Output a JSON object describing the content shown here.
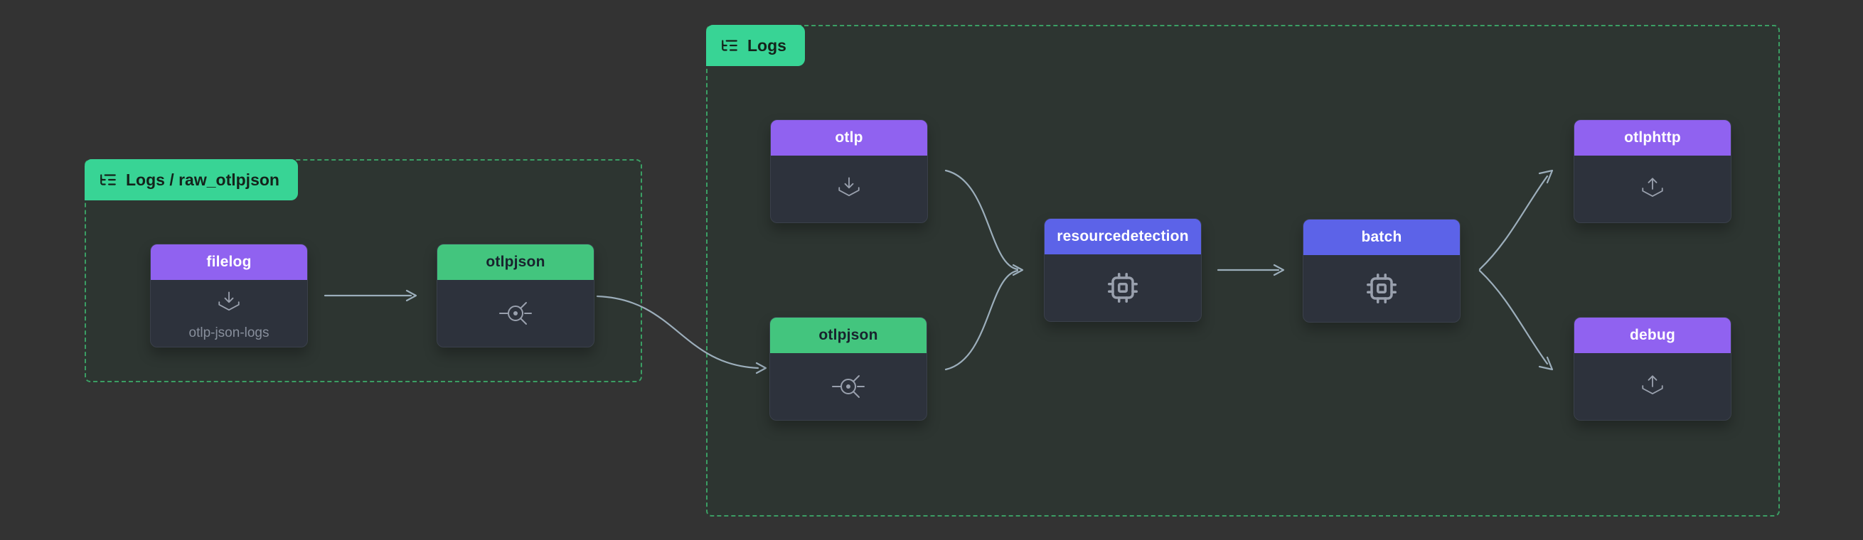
{
  "app": {
    "view": "OpenTelemetry collector pipeline graph"
  },
  "groups": [
    {
      "label": "Logs / raw_otlpjson",
      "icon": "list-tree-icon",
      "badge_color": "#38d495",
      "border_color": "#3da467"
    },
    {
      "label": "Logs",
      "icon": "list-tree-icon",
      "badge_color": "#38d495",
      "border_color": "#3da467"
    }
  ],
  "nodes": [
    {
      "group": "Logs / raw_otlpjson",
      "label": "filelog",
      "subtitle": "otlp-json-logs",
      "type": "receiver",
      "icon": "receiver-inbox-arrow-down-icon",
      "header_color": "#9062f0"
    },
    {
      "group": "Logs / raw_otlpjson",
      "label": "otlpjson",
      "type": "connector",
      "icon": "connector-node-icon",
      "header_color": "#43c57e"
    },
    {
      "group": "Logs",
      "label": "otlp",
      "type": "receiver",
      "icon": "receiver-inbox-arrow-down-icon",
      "header_color": "#9062f0"
    },
    {
      "group": "Logs",
      "label": "otlpjson",
      "type": "connector",
      "icon": "connector-node-icon",
      "header_color": "#43c57e"
    },
    {
      "group": "Logs",
      "label": "resourcedetection",
      "type": "processor",
      "icon": "cpu-icon",
      "header_color": "#5c63e8"
    },
    {
      "group": "Logs",
      "label": "batch",
      "type": "processor",
      "icon": "cpu-icon",
      "header_color": "#5c63e8"
    },
    {
      "group": "Logs",
      "label": "otlphttp",
      "type": "exporter",
      "icon": "exporter-arrow-up-icon",
      "header_color": "#9062f0"
    },
    {
      "group": "Logs",
      "label": "debug",
      "type": "exporter",
      "icon": "exporter-arrow-up-icon",
      "header_color": "#9062f0"
    }
  ],
  "edges": [
    {
      "from": "filelog",
      "to": "otlpjson (raw_otlpjson)"
    },
    {
      "from": "otlpjson (raw_otlpjson)",
      "to": "otlpjson (Logs)"
    },
    {
      "from": "otlp",
      "to": "resourcedetection"
    },
    {
      "from": "otlpjson (Logs)",
      "to": "resourcedetection"
    },
    {
      "from": "resourcedetection",
      "to": "batch"
    },
    {
      "from": "batch",
      "to": "otlphttp"
    },
    {
      "from": "batch",
      "to": "debug"
    }
  ],
  "colors": {
    "background": "#333333",
    "node_body": "#2d323c",
    "node_border": "#3a404b",
    "receiver_exporter_header": "#9062f0",
    "processor_header": "#5c63e8",
    "connector_header": "#43c57e",
    "badge_green": "#38d495",
    "group_dash_green": "#3da467",
    "edge_gray": "#9caebb",
    "icon_gray": "#99a0ad",
    "subtitle_gray": "#878e9b"
  }
}
